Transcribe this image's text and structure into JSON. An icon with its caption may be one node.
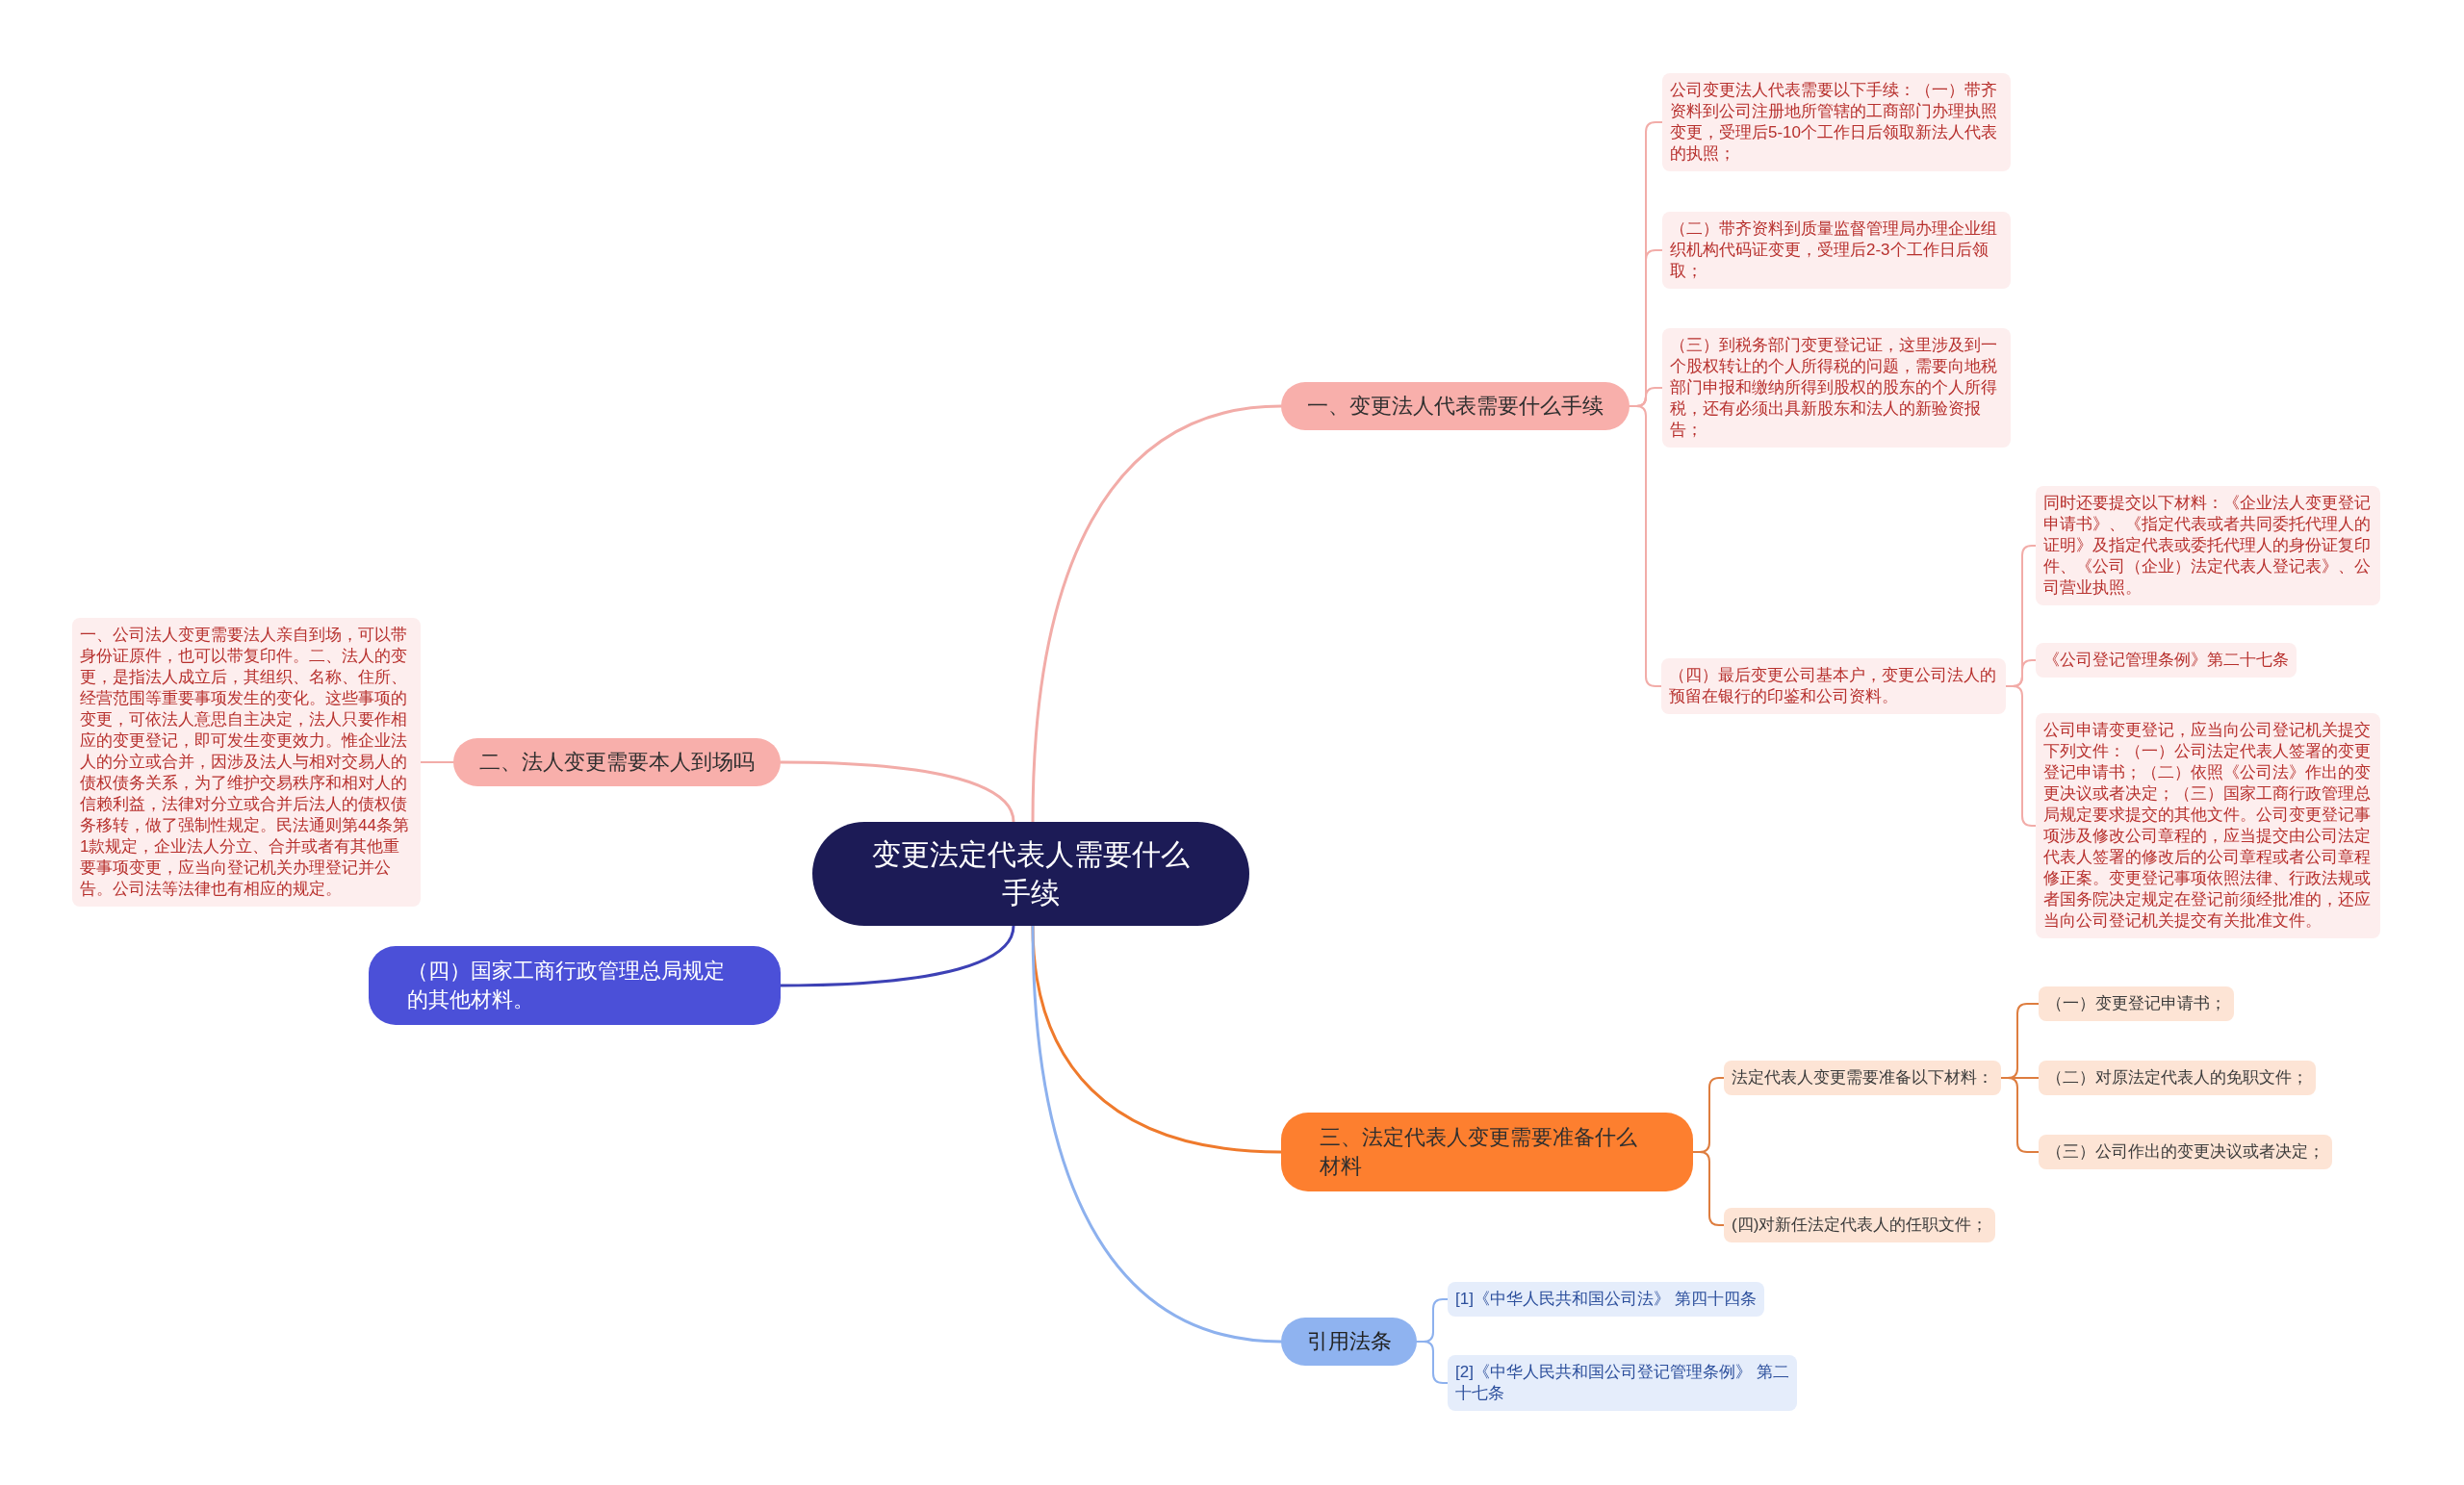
{
  "diagram": {
    "nodes": [
      {
        "text": [
          "变更法定代表人需要什么手续"
        ]
      },
      {
        "text": [
          "一、变更法人代表需要什么手续"
        ]
      },
      {
        "text": [
          "公司变更法人代表需要以下手续：（一）带齐资料到公司注册地所管辖的工商部门办理执照变更，受理后5-10个工作日后领取新法人代表的执照；"
        ]
      },
      {
        "text": [
          "（二）带齐资料到质量监督管理局办理企业组织机构代码证变更，受理后2-3个工作日后领取；"
        ]
      },
      {
        "text": [
          "（三）到税务部门变更登记证，这里涉及到一个股权转让的个人所得税的问题，需要向地税部门申报和缴纳所得到股权的股东的个人所得税，还有必须出具新股东和法人的新验资报告；"
        ]
      },
      {
        "text": [
          "（四）最后变更公司基本户，变更公司法人的预留在银行的印鉴和公司资料。"
        ]
      },
      {
        "text": [
          "同时还要提交以下材料：《企业法人变更登记申请书》、《指定代表或者共同委托代理人的证明》及指定代表或委托代理人的身份证复印件、《公司（企业）法定代表人登记表》、公司营业执照。"
        ]
      },
      {
        "text": [
          "《公司登记管理条例》第二十七条"
        ]
      },
      {
        "text": [
          "公司申请变更登记，应当向公司登记机关提交下列文件：（一）公司法定代表人签署的变更登记申请书；（二）依照《公司法》作出的变更决议或者决定；（三）国家工商行政管理总局规定要求提交的其他文件。公司变更登记事项涉及修改公司章程的，应当提交由公司法定代表人签署的修改后的公司章程或者公司章程修正案。变更登记事项依照法律、行政法规或者国务院决定规定在登记前须经批准的，还应当向公司登记机关提交有关批准文件。"
        ]
      },
      {
        "text": [
          "二、法人变更需要本人到场吗"
        ]
      },
      {
        "text": [
          "一、公司法人变更需要法人亲自到场，可以带身份证原件，也可以带复印件。二、法人的变更，是指法人成立后，其组织、名称、住所、经营范围等重要事项发生的变化。这些事项的变更，可依法人意思自主决定，法人只要作相应的变更登记，即可发生变更效力。惟企业法人的分立或合并，因涉及法人与相对交易人的债权债务关系，为了维护交易秩序和相对人的信赖利益，法律对分立或合并后法人的债权债务移转，做了强制性规定。民法通则第44条第1款规定，企业法人分立、合并或者有其他重要事项变更，应当向登记机关办理登记并公告。公司法等法律也有相应的规定。"
        ]
      },
      {
        "text": [
          "（四）国家工商行政管理总局规定的其他材料。"
        ]
      },
      {
        "text": [
          "三、法定代表人变更需要准备什么材料"
        ]
      },
      {
        "text": [
          "法定代表人变更需要准备以下材料："
        ]
      },
      {
        "text": [
          "（一）变更登记申请书；"
        ]
      },
      {
        "text": [
          "（二）对原法定代表人的免职文件；"
        ]
      },
      {
        "text": [
          "（三）公司作出的变更决议或者决定；"
        ]
      },
      {
        "text": [
          "(四)对新任法定代表人的任职文件；"
        ]
      },
      {
        "text": [
          "引用法条"
        ]
      },
      {
        "text": [
          "[1]《中华人民共和国公司法》 第四十四条"
        ]
      },
      {
        "text": [
          "[2]《中华人民共和国公司登记管理条例》 第二十七条"
        ]
      }
    ],
    "edges": [
      {
        "from": 0,
        "to": 1,
        "arrow": "none"
      },
      {
        "from": 1,
        "to": 2,
        "arrow": "none"
      },
      {
        "from": 1,
        "to": 3,
        "arrow": "none"
      },
      {
        "from": 1,
        "to": 4,
        "arrow": "none"
      },
      {
        "from": 1,
        "to": 5,
        "arrow": "none"
      },
      {
        "from": 5,
        "to": 6,
        "arrow": "none"
      },
      {
        "from": 5,
        "to": 7,
        "arrow": "none"
      },
      {
        "from": 5,
        "to": 8,
        "arrow": "none"
      },
      {
        "from": 0,
        "to": 9,
        "arrow": "none"
      },
      {
        "from": 9,
        "to": 10,
        "arrow": "none"
      },
      {
        "from": 0,
        "to": 11,
        "arrow": "none",
        "color": "#3d41b5"
      },
      {
        "from": 0,
        "to": 12,
        "arrow": "none",
        "color": "#ef7a2c"
      },
      {
        "from": 12,
        "to": 13,
        "arrow": "none",
        "color": "#de7d3f"
      },
      {
        "from": 13,
        "to": 14,
        "arrow": "none",
        "color": "#de7d3f"
      },
      {
        "from": 13,
        "to": 15,
        "arrow": "none",
        "color": "#de7d3f"
      },
      {
        "from": 13,
        "to": 16,
        "arrow": "none",
        "color": "#de7d3f"
      },
      {
        "from": 12,
        "to": 17,
        "arrow": "none",
        "color": "#de7d3f"
      },
      {
        "from": 0,
        "to": 18,
        "arrow": "none",
        "color": "#8db1ee"
      },
      {
        "from": 18,
        "to": 19,
        "arrow": "none",
        "color": "#8db1ee"
      },
      {
        "from": 18,
        "to": 20,
        "arrow": "none",
        "color": "#8db1ee"
      }
    ]
  }
}
